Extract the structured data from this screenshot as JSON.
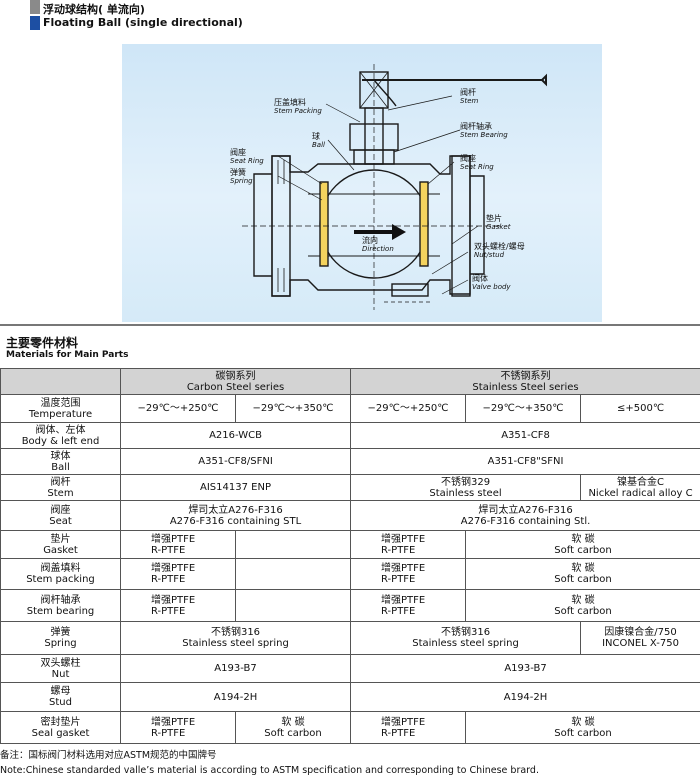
{
  "section1": {
    "title_cn": "浮动球结构( 单流向)",
    "title_en": "Floating Ball (single directional)"
  },
  "drawing_labels": {
    "stem": {
      "cn": "阀杆",
      "en": "Stem"
    },
    "stem_packing": {
      "cn": "压盖填料",
      "en": "Stem Packing"
    },
    "stem_bearing": {
      "cn": "阀杆轴承",
      "en": "Stem Bearing"
    },
    "ball": {
      "cn": "球",
      "en": "Ball"
    },
    "seat_ring_left": {
      "cn": "阀座",
      "en": "Seat Ring"
    },
    "seat_ring_right": {
      "cn": "阀座",
      "en": "Seat Ring"
    },
    "spring": {
      "cn": "弹簧",
      "en": "Spring"
    },
    "gasket": {
      "cn": "垫片",
      "en": "Gasket"
    },
    "nut_stud": {
      "cn": "双头螺栓/螺母",
      "en": "Nut/stud"
    },
    "valve_body": {
      "cn": "阀体",
      "en": "Valve body"
    },
    "direction": {
      "cn": "流向",
      "en": "Direction"
    }
  },
  "section2": {
    "title_cn": "主要零件材料",
    "title_en": "Materials for Main Parts"
  },
  "table": {
    "header": {
      "carbon_cn": "碳钢系列",
      "carbon_en": "Carbon Steel series",
      "stainless_cn": "不锈钢系列",
      "stainless_en": "Stainless Steel series"
    },
    "rows": {
      "temperature": {
        "cn": "温度范围",
        "en": "Temperature",
        "c1": "−29℃～+250℃",
        "c2": "−29℃～+350℃",
        "s1": "−29℃～+250℃",
        "s2": "−29℃～+350℃",
        "s3": "≤+500℃"
      },
      "body": {
        "cn": "阀体、左体",
        "en": "Body & left end",
        "carbon": "A216-WCB",
        "stainless": "A351-CF8"
      },
      "ball": {
        "cn": "球体",
        "en": "Ball",
        "carbon": "A351-CF8/SFNI",
        "stainless": "A351-CF8\"SFNI"
      },
      "stem": {
        "cn": "阀杆",
        "en": "Stem",
        "carbon": "AIS14137 ENP",
        "s_a_cn": "不锈钢329",
        "s_a_en": "Stainless steel",
        "s_b_cn": "镍基合金C",
        "s_b_en": "Nickel radical alloy C"
      },
      "seat": {
        "cn": "阀座",
        "en": "Seat",
        "carbon_cn": "焊司太立A276-F316",
        "carbon_en": "A276-F316 containing STL",
        "stainless_cn": "焊司太立A276-F316",
        "stainless_en": "A276-F316 containing Stl."
      },
      "gasket": {
        "cn": "垫片",
        "en": "Gasket",
        "c_cn": "增强PTFE",
        "c_en": "R-PTFE",
        "s_a_cn": "增强PTFE",
        "s_a_en": "R-PTFE",
        "s_b_cn": "软 碳",
        "s_b_en": "Soft carbon"
      },
      "stem_packing": {
        "cn": "阀盖填料",
        "en": "Stem packing",
        "c_cn": "增强PTFE",
        "c_en": "R-PTFE",
        "s_a_cn": "增强PTFE",
        "s_a_en": "R-PTFE",
        "s_b_cn": "软 碳",
        "s_b_en": "Soft carbon"
      },
      "stem_bearing": {
        "cn": "阀杆轴承",
        "en": "Stem bearing",
        "c_cn": "增强PTFE",
        "c_en": "R-PTFE",
        "s_a_cn": "增强PTFE",
        "s_a_en": "R-PTFE",
        "s_b_cn": "软 碳",
        "s_b_en": "Soft carbon"
      },
      "spring": {
        "cn": "弹簧",
        "en": "Spring",
        "c_cn": "不锈钢316",
        "c_en": "Stainless steel spring",
        "s_a_cn": "不锈钢316",
        "s_a_en": "Stainless steel spring",
        "s_b_cn": "因康镍合金/750",
        "s_b_en": "INCONEL X-750"
      },
      "nut": {
        "cn": "双头螺柱",
        "en": "Nut",
        "carbon": "A193-B7",
        "stainless": "A193-B7"
      },
      "stud": {
        "cn": "螺母",
        "en": "Stud",
        "carbon": "A194-2H",
        "stainless": "A194-2H"
      },
      "seal_gasket": {
        "cn": "密封垫片",
        "en": "Seal gasket",
        "c_a_cn": "增强PTFE",
        "c_a_en": "R-PTFE",
        "c_b_cn": "软 碳",
        "c_b_en": "Soft carbon",
        "s_a_cn": "增强PTFE",
        "s_a_en": "R-PTFE",
        "s_b_cn": "软 碳",
        "s_b_en": "Soft carbon"
      }
    }
  },
  "note": {
    "cn": "备注：国标阀门材料选用对应ASTM规范的中国牌号",
    "en": "Note:Chinese standarded valle’s material is according to ASTM specification and corresponding to Chinese brard."
  }
}
